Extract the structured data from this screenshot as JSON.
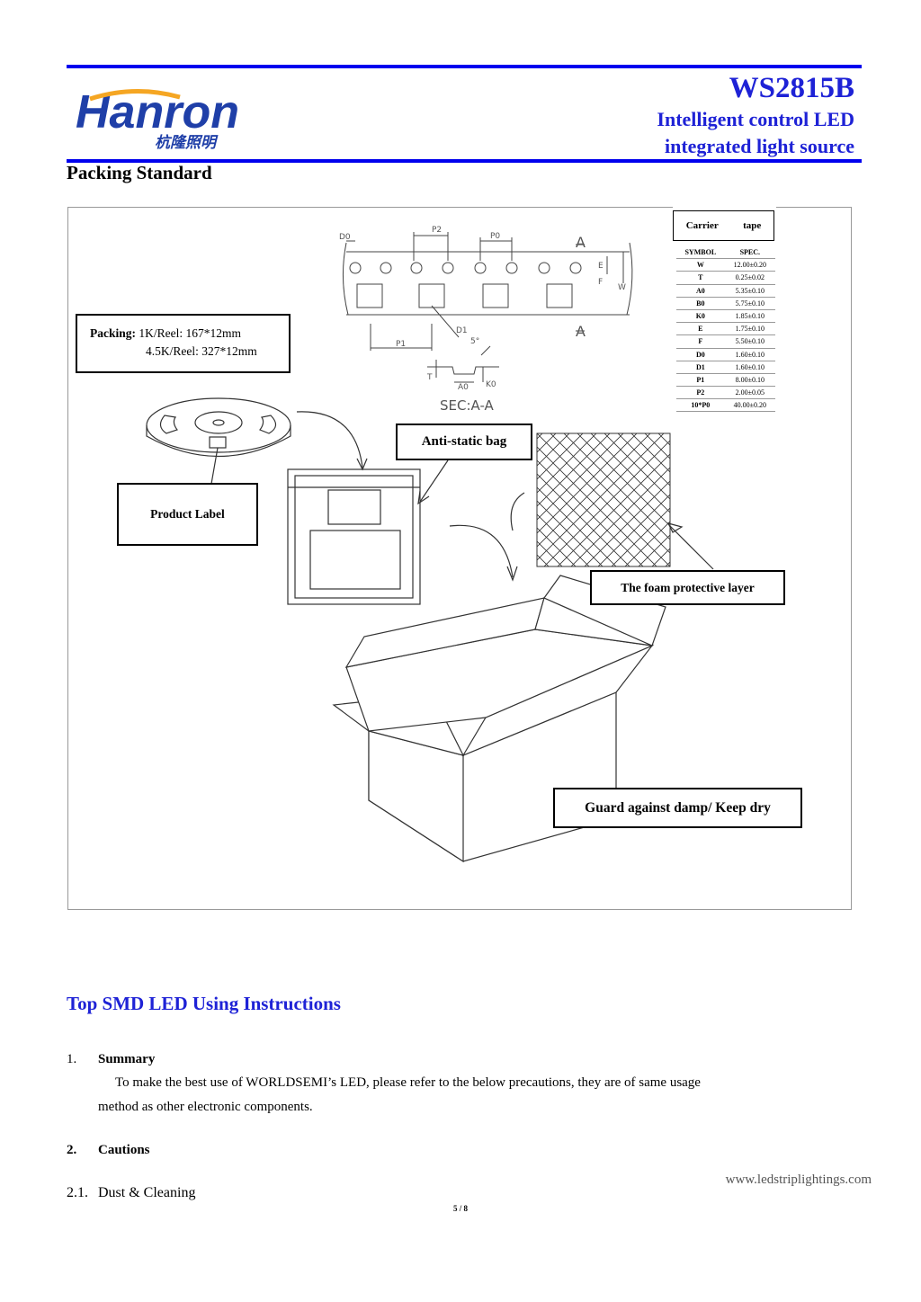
{
  "header": {
    "logo_text": "Hanron",
    "logo_cn": "杭隆照明",
    "part_number": "WS2815B",
    "subtitle_line1": "Intelligent control LED",
    "subtitle_line2": "integrated light source"
  },
  "section_title": "Packing Standard",
  "diagram": {
    "carrier_tape": {
      "title_left": "Carrier",
      "title_right": "tape",
      "head_symbol": "SYMBOL",
      "head_spec": "SPEC.",
      "rows": [
        {
          "sym": "W",
          "spec": "12.00±0.20"
        },
        {
          "sym": "T",
          "spec": "0.25±0.02"
        },
        {
          "sym": "A0",
          "spec": "5.35±0.10"
        },
        {
          "sym": "B0",
          "spec": "5.75±0.10"
        },
        {
          "sym": "K0",
          "spec": "1.85±0.10"
        },
        {
          "sym": "E",
          "spec": "1.75±0.10"
        },
        {
          "sym": "F",
          "spec": "5.50±0.10"
        },
        {
          "sym": "D0",
          "spec": "1.60±0.10"
        },
        {
          "sym": "D1",
          "spec": "1.60±0.10"
        },
        {
          "sym": "P1",
          "spec": "8.00±0.10"
        },
        {
          "sym": "P2",
          "spec": "2.00±0.05"
        },
        {
          "sym": "10*P0",
          "spec": "40.00±0.20"
        }
      ]
    },
    "tape_labels": {
      "d0": "D0",
      "p2": "P2",
      "p0": "P0",
      "a_top": "A",
      "a_bottom": "A",
      "e": "E",
      "f": "F",
      "w": "W",
      "d1": "D1",
      "p1": "P1",
      "angle": "5°",
      "t": "T",
      "a0": "A0",
      "k0": "K0",
      "section": "SEC:A-A"
    },
    "packing_label": "Packing:",
    "packing_line1": "1K/Reel: 167*12mm",
    "packing_line2": "4.5K/Reel: 327*12mm",
    "anti_static_bag": "Anti-static bag",
    "product_label": "Product Label",
    "foam_layer": "The foam protective layer",
    "guard": "Guard against damp/ Keep dry"
  },
  "instructions": {
    "title": "Top SMD LED Using Instructions",
    "item1_num": "1.",
    "item1_title": "Summary",
    "item1_line1": "To make the best use of WORLDSEMI’s LED, please refer to the below precautions, they are of same usage",
    "item1_line2": "method as other electronic components.",
    "item2_num": "2.",
    "item2_title": "Cautions",
    "item21_num": "2.1.",
    "item21_title": "Dust & Cleaning"
  },
  "footer": {
    "url": "www.ledstriplightings.com",
    "page": "5 / 8"
  }
}
